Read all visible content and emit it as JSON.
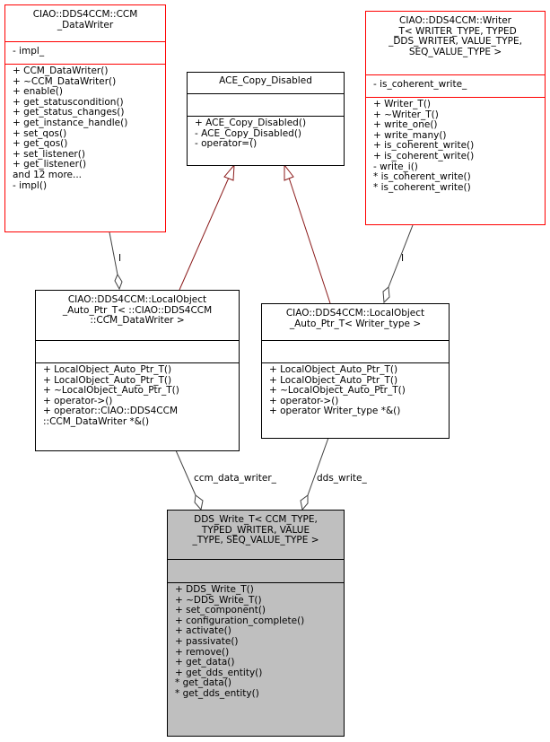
{
  "classes": {
    "ccm_datawriter": {
      "title": [
        "CIAO::DDS4CCM::CCM",
        "_DataWriter"
      ],
      "attributes": [
        "- impl_"
      ],
      "methods": [
        "+ CCM_DataWriter()",
        "+ ~CCM_DataWriter()",
        "+ enable()",
        "+ get_statuscondition()",
        "+ get_status_changes()",
        "+ get_instance_handle()",
        "+ set_qos()",
        "+ get_qos()",
        "+ set_listener()",
        "+ get_listener()",
        "and 12 more...",
        "- impl()"
      ]
    },
    "ace_copy_disabled": {
      "title": [
        "ACE_Copy_Disabled"
      ],
      "attributes": [],
      "methods": [
        "+ ACE_Copy_Disabled()",
        "- ACE_Copy_Disabled()",
        "- operator=()"
      ]
    },
    "writer_t": {
      "title": [
        "CIAO::DDS4CCM::Writer",
        "_T< WRITER_TYPE, TYPED",
        "_DDS_WRITER, VALUE_TYPE,",
        "SEQ_VALUE_TYPE >"
      ],
      "attributes": [
        "- is_coherent_write_"
      ],
      "methods": [
        "+ Writer_T()",
        "+ ~Writer_T()",
        "+ write_one()",
        "+ write_many()",
        "+ is_coherent_write()",
        "+ is_coherent_write()",
        "- write_i()",
        "* is_coherent_write()",
        "* is_coherent_write()"
      ]
    },
    "localobject_ccm": {
      "title": [
        "CIAO::DDS4CCM::LocalObject",
        "_Auto_Ptr_T< ::CIAO::DDS4CCM",
        "::CCM_DataWriter >"
      ],
      "attributes": [],
      "methods": [
        "+ LocalObject_Auto_Ptr_T()",
        "+ LocalObject_Auto_Ptr_T()",
        "+ ~LocalObject_Auto_Ptr_T()",
        "+ operator->()",
        "+ operator::CIAO::DDS4CCM",
        "::CCM_DataWriter *&()"
      ]
    },
    "localobject_writer": {
      "title": [
        "CIAO::DDS4CCM::LocalObject",
        "_Auto_Ptr_T< Writer_type >"
      ],
      "attributes": [],
      "methods": [
        "+ LocalObject_Auto_Ptr_T()",
        "+ LocalObject_Auto_Ptr_T()",
        "+ ~LocalObject_Auto_Ptr_T()",
        "+ operator->()",
        "+ operator Writer_type *&()"
      ]
    },
    "dds_write_t": {
      "title": [
        "DDS_Write_T< CCM_TYPE,",
        "TYPED_WRITER, VALUE",
        "_TYPE, SEQ_VALUE_TYPE >"
      ],
      "attributes": [],
      "methods": [
        "+ DDS_Write_T()",
        "+ ~DDS_Write_T()",
        "+ set_component()",
        "+ configuration_complete()",
        "+ activate()",
        "+ passivate()",
        "+ remove()",
        "+ get_data()",
        "+ get_dds_entity()",
        "* get_data()",
        "* get_dds_entity()"
      ]
    }
  },
  "edge_labels": {
    "impl_left": "I",
    "impl_right": "I",
    "ccm_data_writer": "ccm_data_writer_",
    "dds_write": "dds_write_"
  },
  "colors": {
    "inheritance": "#8b1a1a",
    "template_box": "#ff0000",
    "highlight": "#bfbfbf"
  }
}
